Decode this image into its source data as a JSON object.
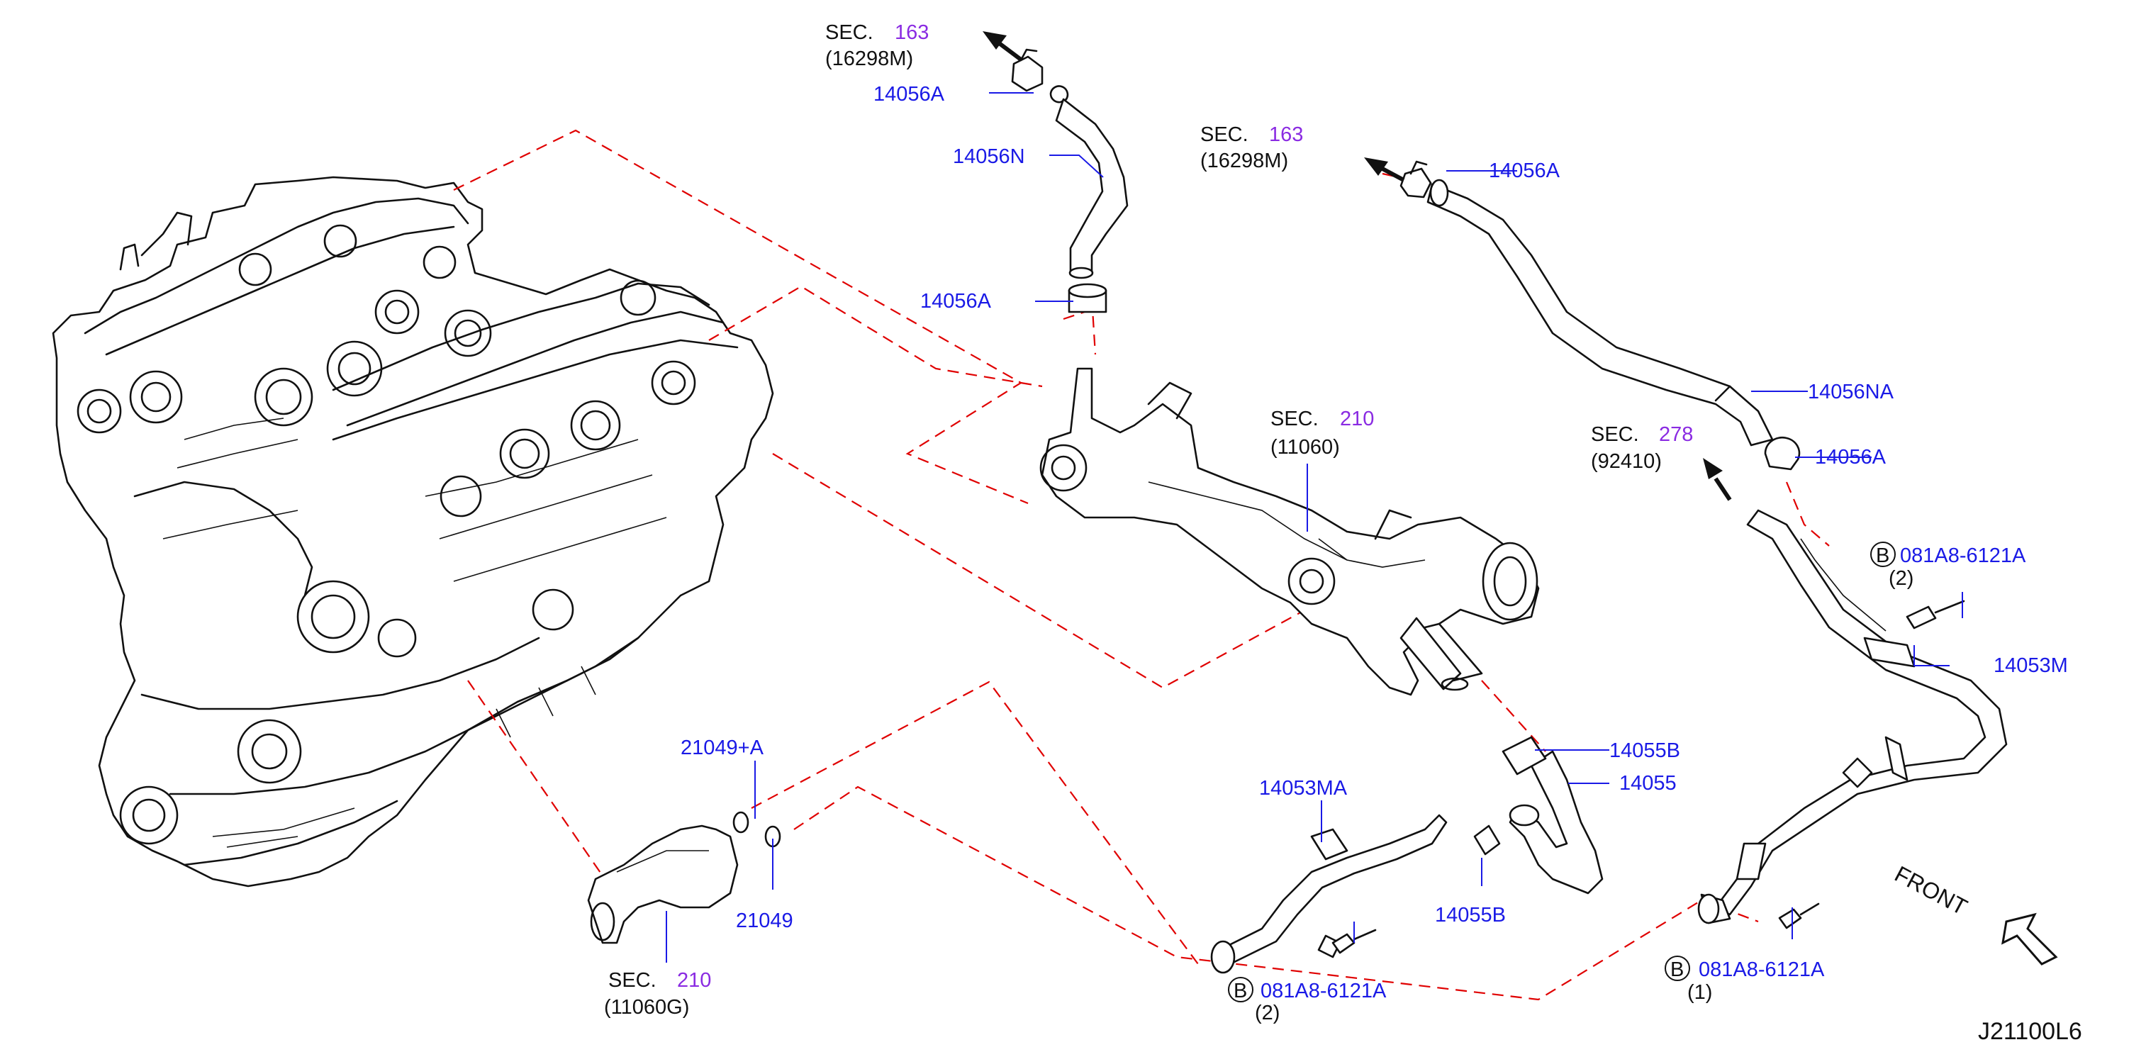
{
  "labels": {
    "sec163_a": {
      "prefix": "SEC.",
      "num": "163",
      "code": "(16298M)"
    },
    "sec163_b": {
      "prefix": "SEC.",
      "num": "163",
      "code": "(16298M)"
    },
    "sec210_a": {
      "prefix": "SEC.",
      "num": "210",
      "code": "(11060)"
    },
    "sec278": {
      "prefix": "SEC.",
      "num": "278",
      "code": "(92410)"
    },
    "sec210_b": {
      "prefix": "SEC.",
      "num": "210",
      "code": "(11060G)"
    }
  },
  "callouts": {
    "c14056A_1": "14056A",
    "c14056N": "14056N",
    "c14056A_2": "14056A",
    "c14056A_3": "14056A",
    "c14056NA": "14056NA",
    "c14056A_4": "14056A",
    "c14053M": "14053M",
    "c21049A": "21049+A",
    "c21049": "21049",
    "c14053MA": "14053MA",
    "c14055B_1": "14055B",
    "c14055": "14055",
    "c14055B_2": "14055B"
  },
  "bolts": {
    "b_top": {
      "circle": "B",
      "part": "081A8-6121A",
      "qty": "(2)"
    },
    "b_mid": {
      "circle": "B",
      "part": "081A8-6121A",
      "qty": "(2)"
    },
    "b_right": {
      "circle": "B",
      "part": "081A8-6121A",
      "qty": "(1)"
    }
  },
  "front_label": "FRONT",
  "diagram_ref": "J21100L6",
  "colors": {
    "callout": "#1a1ae6",
    "section_number": "#8a2be2",
    "phantom_line": "#e00000",
    "line_art": "#111111"
  }
}
